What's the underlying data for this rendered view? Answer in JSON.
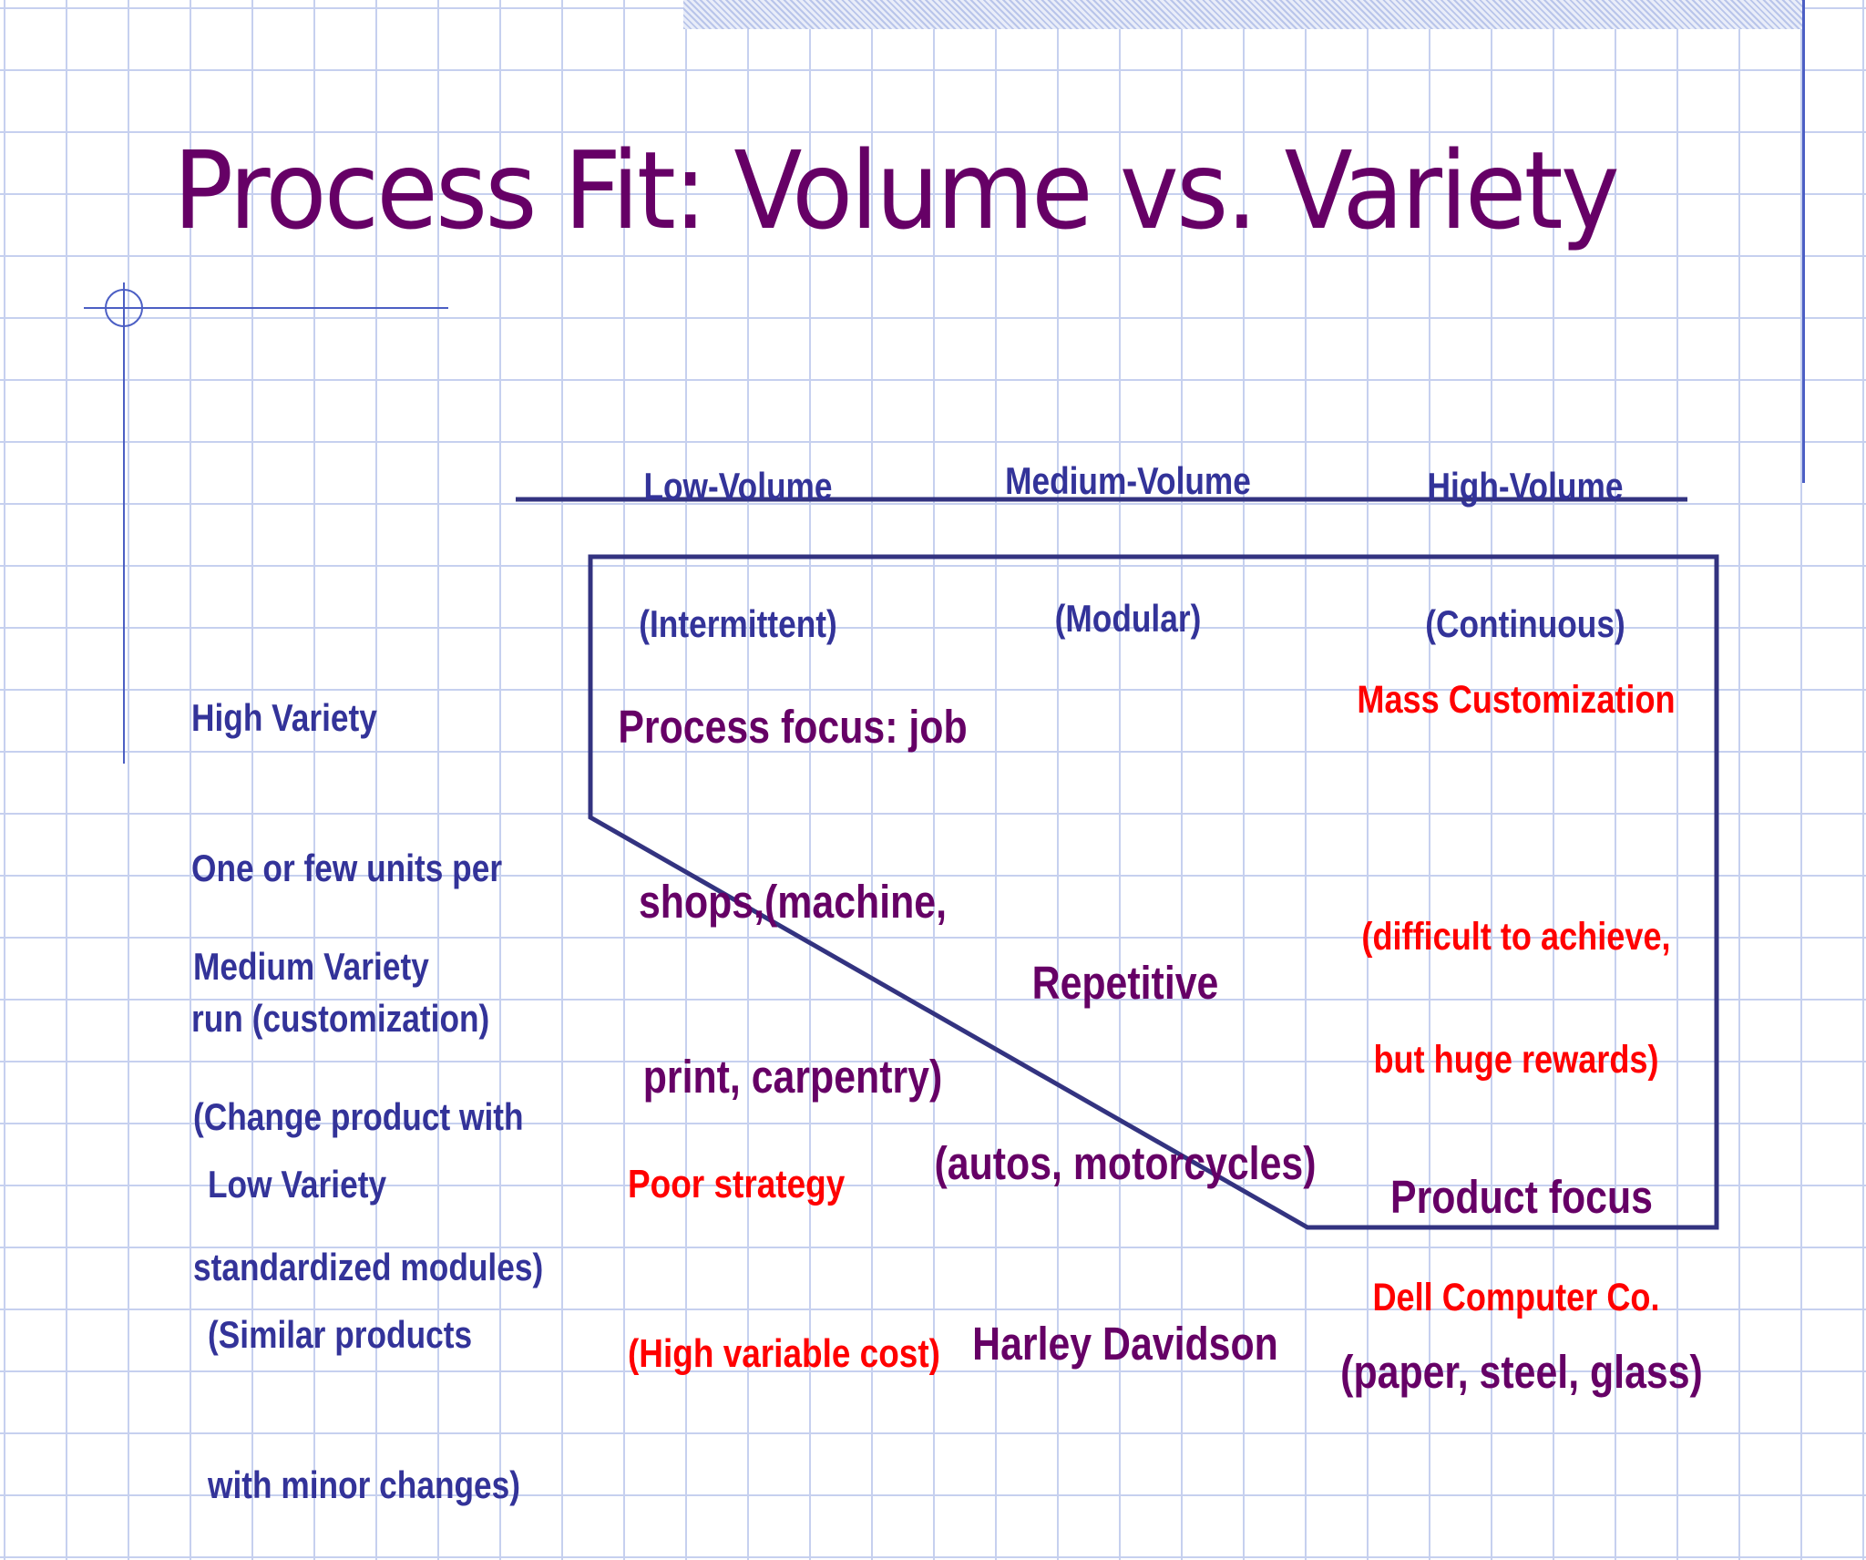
{
  "title": "Process Fit: Volume vs. Variety",
  "columns": [
    {
      "line1": "Low-Volume",
      "line2": "(Intermittent)"
    },
    {
      "line1": "Medium-Volume",
      "line2": "(Modular)"
    },
    {
      "line1": "High-Volume",
      "line2": "(Continuous)"
    }
  ],
  "rows": [
    {
      "line1": "High Variety",
      "line2": "One or few units per",
      "line3": "run (customization)"
    },
    {
      "line1": "Medium Variety",
      "line2": "(Change product with",
      "line3": "standardized modules)"
    },
    {
      "line1": "Low Variety",
      "line2": "(Similar products",
      "line3": "with minor changes)"
    }
  ],
  "cells": {
    "process_focus": {
      "line1": "Process focus: job",
      "line2": "shops,(machine,",
      "line3": "print, carpentry)"
    },
    "mass_customization": {
      "title": "Mass Customization",
      "line1": "(difficult to achieve,",
      "line2": "but huge rewards)",
      "example": "Dell Computer Co."
    },
    "repetitive": {
      "line1": "Repetitive",
      "line2": "(autos, motorcycles)",
      "line3": "Harley Davidson"
    },
    "poor_strategy": {
      "title": "Poor strategy",
      "note": "(High variable cost)"
    },
    "product_focus": {
      "line1": "Product focus",
      "line2": "(paper, steel, glass)"
    }
  },
  "colors": {
    "title": "#660066",
    "header_text": "#333399",
    "cell_text": "#660066",
    "highlight_text": "#ff0000",
    "lines": "#333380",
    "grid": "#c6d0ef"
  }
}
